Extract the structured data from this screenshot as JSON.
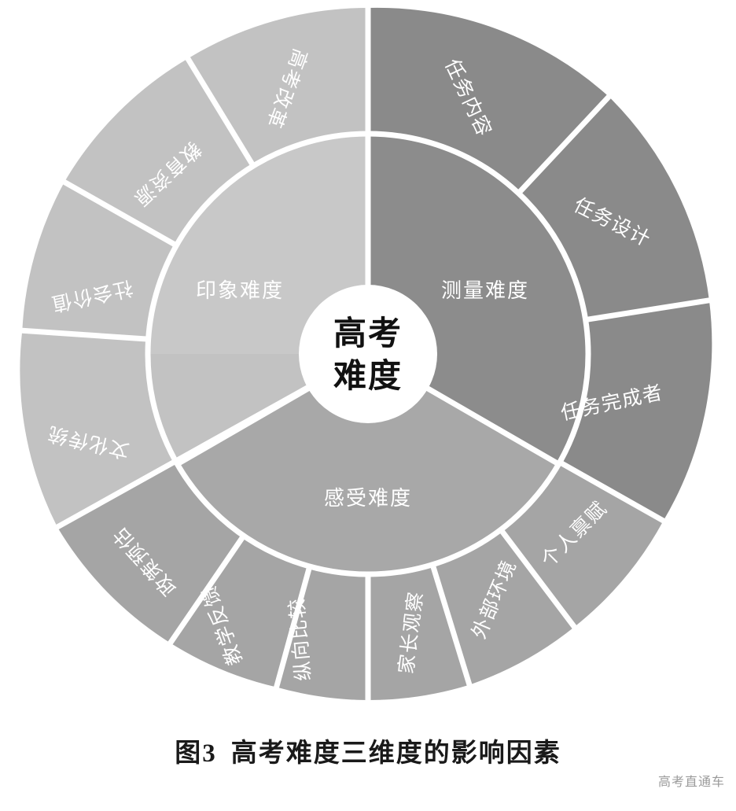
{
  "figure": {
    "caption_number": "图3",
    "caption_text": "高考难度三维度的影响因素",
    "watermark": "高考直通车"
  },
  "center": {
    "line1": "高考",
    "line2": "难度"
  },
  "colors": {
    "background": "#ffffff",
    "inner_impression": "#c8c8c8",
    "inner_measurement": "#8c8c8c",
    "inner_perception": "#a8a8a8",
    "outer_impression": "#c2c2c2",
    "outer_measurement": "#8a8a8a",
    "outer_perception": "#a5a5a5",
    "separator": "#ffffff",
    "label_text": "#ffffff",
    "center_text": "#111111",
    "caption_text": "#1a1a1a",
    "watermark_text": "#9a9a9a"
  },
  "chart_data": {
    "type": "pie",
    "title": "高考难度三维度的影响因素",
    "description": "双层环形图（旭日图）：中心为高考难度，内环为三个维度，外环为各维度的影响因素",
    "center_label": "高考难度",
    "rings": [
      {
        "ring": "inner",
        "segments": [
          {
            "label": "印象难度",
            "color": "#c8c8c8",
            "start_angle": 180,
            "end_angle": 300,
            "share": 33.3
          },
          {
            "label": "测量难度",
            "color": "#8c8c8c",
            "start_angle": 300,
            "end_angle": 60,
            "share": 33.3
          },
          {
            "label": "感受难度",
            "color": "#a8a8a8",
            "start_angle": 60,
            "end_angle": 180,
            "share": 33.3
          }
        ]
      },
      {
        "ring": "outer",
        "segments": [
          {
            "label": "高考改革",
            "parent": "印象难度",
            "color": "#c2c2c2"
          },
          {
            "label": "教育资源",
            "parent": "印象难度",
            "color": "#c2c2c2"
          },
          {
            "label": "社会价值",
            "parent": "印象难度",
            "color": "#c2c2c2"
          },
          {
            "label": "文化传统",
            "parent": "印象难度",
            "color": "#c2c2c2"
          },
          {
            "label": "任务内容",
            "parent": "测量难度",
            "color": "#8a8a8a"
          },
          {
            "label": "任务设计",
            "parent": "测量难度",
            "color": "#8a8a8a"
          },
          {
            "label": "任务完成者",
            "parent": "测量难度",
            "color": "#8a8a8a"
          },
          {
            "label": "个人禀赋",
            "parent": "感受难度",
            "color": "#a5a5a5"
          },
          {
            "label": "外部环境",
            "parent": "感受难度",
            "color": "#a5a5a5"
          },
          {
            "label": "家长观察",
            "parent": "感受难度",
            "color": "#a5a5a5"
          },
          {
            "label": "纵向比较",
            "parent": "感受难度",
            "color": "#a5a5a5"
          },
          {
            "label": "教学反馈",
            "parent": "感受难度",
            "color": "#a5a5a5"
          },
          {
            "label": "政策预估",
            "parent": "感受难度",
            "color": "#a5a5a5"
          }
        ]
      }
    ]
  },
  "inner_ring": {
    "impression": "印象难度",
    "measurement": "测量难度",
    "perception": "感受难度"
  },
  "outer_ring": {
    "gaokao_reform": "高考改革",
    "education_resources": "教育资源",
    "social_value": "社会价值",
    "cultural_tradition": "文化传统",
    "task_content": "任务内容",
    "task_design": "任务设计",
    "task_completer": "任务完成者",
    "personal_endowment": "个人禀赋",
    "external_environment": "外部环境",
    "parent_observation": "家长观察",
    "longitudinal_comparison": "纵向比较",
    "teaching_feedback": "教学反馈",
    "policy_estimation": "政策预估"
  }
}
